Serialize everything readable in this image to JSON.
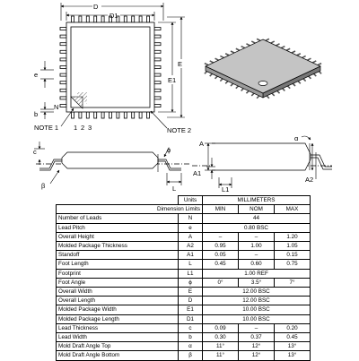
{
  "drawing": {
    "labels": {
      "d": "D",
      "d1": "D1",
      "e": "E",
      "e1": "E1",
      "e_pitch": "e",
      "b": "b",
      "n": "N",
      "pin1": "1",
      "pin2": "2",
      "pin3": "3",
      "note1": "NOTE 1",
      "note2": "NOTE 2",
      "a": "A",
      "a1": "A1",
      "a2": "A2",
      "c": "c",
      "beta": "β",
      "phi": "ϕ",
      "l": "L",
      "l1": "L1",
      "alpha": "α"
    }
  },
  "table": {
    "units_label": "Units",
    "units_value": "MILLIMETERS",
    "dim_limits_label": "Dimension Limits",
    "col_min": "MIN",
    "col_nom": "NOM",
    "col_max": "MAX",
    "rows": [
      {
        "name": "Number of Leads",
        "sym": "N",
        "span": "44"
      },
      {
        "name": "Lead Pitch",
        "sym": "e",
        "span": "0.80 BSC"
      },
      {
        "name": "Overall Height",
        "sym": "A",
        "min": "–",
        "nom": "–",
        "max": "1.20"
      },
      {
        "name": "Molded Package Thickness",
        "sym": "A2",
        "min": "0.95",
        "nom": "1.00",
        "max": "1.05"
      },
      {
        "name": "Standoff",
        "sym": "A1",
        "min": "0.05",
        "nom": "–",
        "max": "0.15"
      },
      {
        "name": "Foot Length",
        "sym": "L",
        "min": "0.45",
        "nom": "0.60",
        "max": "0.75"
      },
      {
        "name": "Footprint",
        "sym": "L1",
        "span": "1.00 REF"
      },
      {
        "name": "Foot Angle",
        "sym": "ϕ",
        "min": "0°",
        "nom": "3.5°",
        "max": "7°"
      },
      {
        "name": "Overall Width",
        "sym": "E",
        "span": "12.00 BSC"
      },
      {
        "name": "Overall Length",
        "sym": "D",
        "span": "12.00 BSC"
      },
      {
        "name": "Molded Package Width",
        "sym": "E1",
        "span": "10.00 BSC"
      },
      {
        "name": "Molded Package Length",
        "sym": "D1",
        "span": "10.00 BSC"
      },
      {
        "name": "Lead Thickness",
        "sym": "c",
        "min": "0.09",
        "nom": "–",
        "max": "0.20"
      },
      {
        "name": "Lead Width",
        "sym": "b",
        "min": "0.30",
        "nom": "0.37",
        "max": "0.45"
      },
      {
        "name": "Mold Draft Angle Top",
        "sym": "α",
        "min": "11°",
        "nom": "12°",
        "max": "13°"
      },
      {
        "name": "Mold Draft Angle Bottom",
        "sym": "β",
        "min": "11°",
        "nom": "12°",
        "max": "13°"
      }
    ]
  }
}
